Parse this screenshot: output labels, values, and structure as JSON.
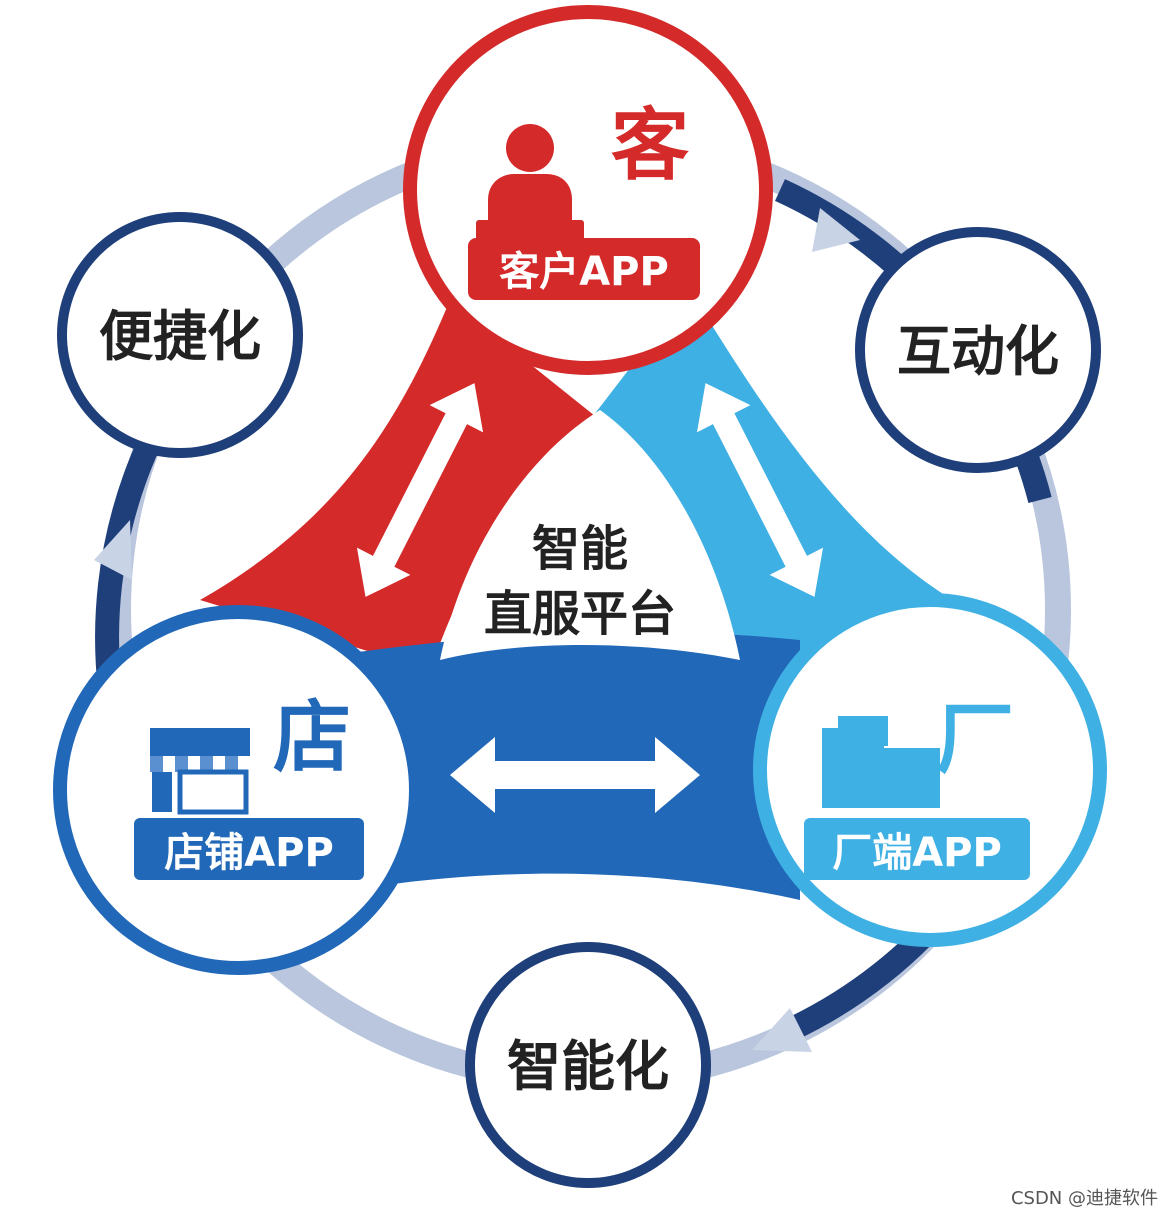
{
  "colors": {
    "customer_red": "#d42a2a",
    "store_blue": "#2268b8",
    "factory_cyan": "#3fb0e4",
    "ring_navy": "#1f3f7a",
    "ring_light": "#b9c6dd"
  },
  "nodes": {
    "customer": {
      "big_char": "客",
      "app_label": "客户APP",
      "icon": "person-at-desk-icon"
    },
    "store": {
      "big_char": "店",
      "app_label": "店铺APP",
      "icon": "storefront-icon"
    },
    "factory": {
      "big_char": "厂",
      "app_label": "厂端APP",
      "icon": "factory-buildings-icon"
    }
  },
  "center": {
    "line1": "智能",
    "line2": "直服平台"
  },
  "features": {
    "convenience": "便捷化",
    "interaction": "互动化",
    "intelligence": "智能化"
  },
  "watermark": "CSDN @迪捷软件"
}
